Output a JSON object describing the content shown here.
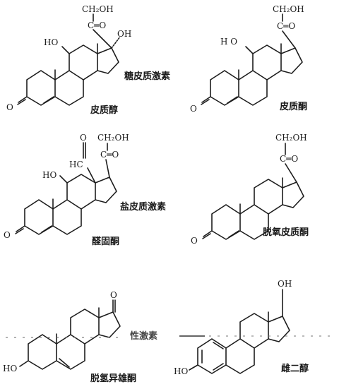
{
  "structures": {
    "cortisol": {
      "name": "皮质醇",
      "groups": {
        "top": "CH₂OH",
        "ketone": "C═O",
        "oh17": "OH",
        "oh11": "HO",
        "oxo3": "O"
      }
    },
    "corticosterone": {
      "name": "皮质酮",
      "groups": {
        "top": "CH₂OH",
        "ketone": "C═O",
        "oh11": "H O",
        "oxo3": "O"
      }
    },
    "aldosterone": {
      "name": "醛固酮",
      "groups": {
        "top": "CH₂OH",
        "ald": "O",
        "hc": "HC",
        "ketone": "C═O",
        "oh11": "HO",
        "oxo3": "O"
      }
    },
    "deoxycorticosterone": {
      "name": "脱氧皮质酮",
      "groups": {
        "top": "CH₂OH",
        "ketone": "C═O",
        "oxo3": "O"
      }
    },
    "dhea": {
      "name": "脱氢异雄酮",
      "groups": {
        "oxo17": "O",
        "oh3": "HO"
      }
    },
    "estradiol": {
      "name": "雌二醇",
      "groups": {
        "oh17": "OH",
        "oh3": "HO"
      }
    }
  },
  "sections": {
    "glucocorticoids": "糖皮质激素",
    "mineralocorticoids": "盐皮质激素",
    "sex_hormones": "性激素"
  }
}
